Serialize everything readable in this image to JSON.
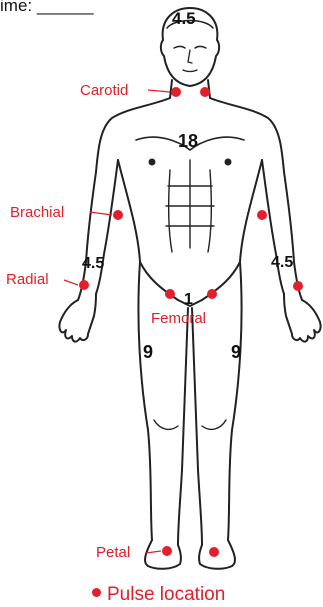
{
  "header": {
    "text": "ime: ______"
  },
  "percentages": {
    "head": "4.5",
    "torso": "18",
    "left_arm": "4.5",
    "right_arm": "4.5",
    "perineum": "1",
    "left_leg": "9",
    "right_leg": "9"
  },
  "pulse_labels": {
    "carotid": "Carotid",
    "brachial": "Brachial",
    "radial": "Radial",
    "femoral": "Femoral",
    "pedal": "Petal"
  },
  "legend": {
    "label": "Pulse location"
  },
  "colors": {
    "pulse": "#e0202a",
    "outline": "#222222"
  }
}
